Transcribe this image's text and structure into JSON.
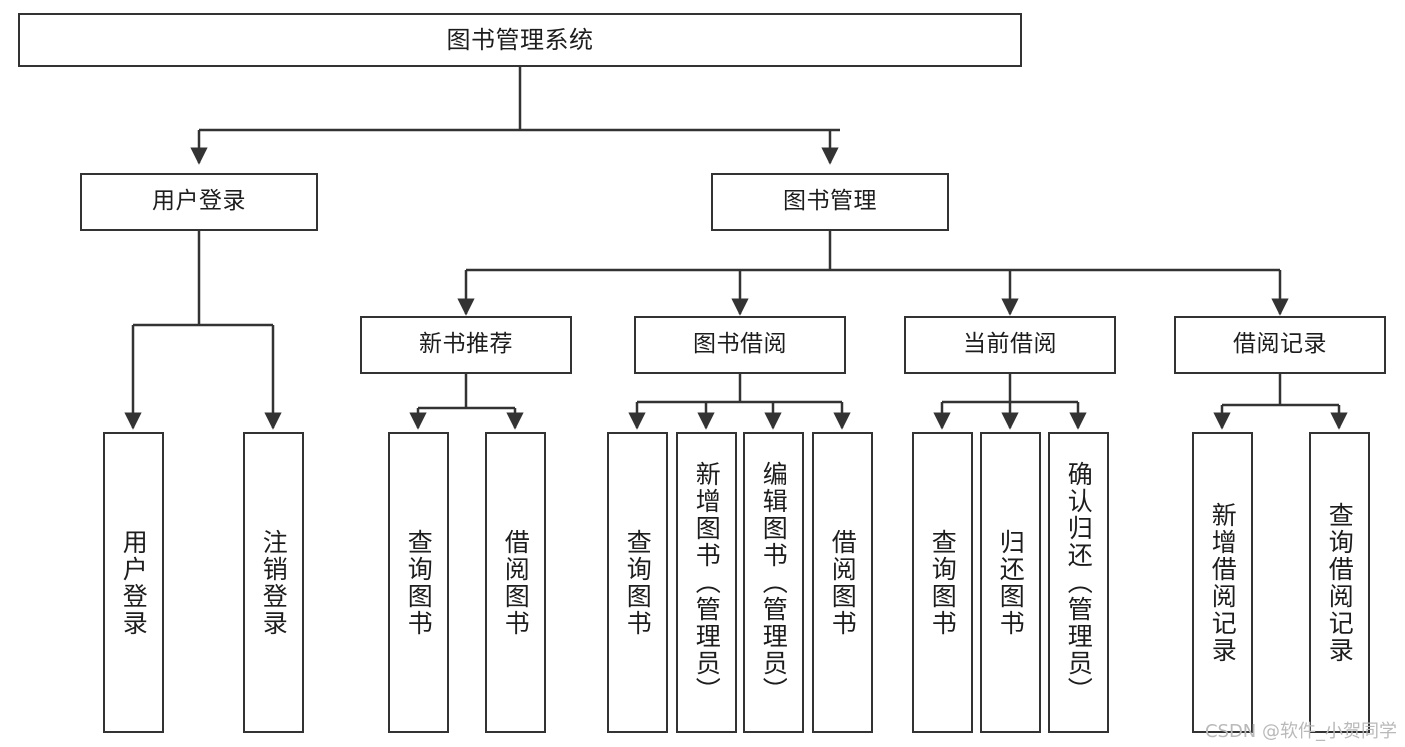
{
  "diagram": {
    "type": "tree-hierarchy",
    "title": "图书管理系统",
    "watermark": "CSDN @软件_小贺同学",
    "colors": {
      "stroke": "#333333",
      "background": "#ffffff",
      "text": "#1d1d1d",
      "watermark": "#b9b9b9"
    },
    "nodes": {
      "root": "图书管理系统",
      "level2": {
        "user_login": "用户登录",
        "book_manage": "图书管理"
      },
      "level3": {
        "new_book_rec": "新书推荐",
        "book_borrow": "图书借阅",
        "current_borrow": "当前借阅",
        "borrow_record": "借阅记录"
      },
      "leaves": {
        "user_login_1": "用户登录",
        "user_login_2": "注销登录",
        "new_book_rec_1": "查询图书",
        "new_book_rec_2": "借阅图书",
        "book_borrow_1": "查询图书",
        "book_borrow_2": "新增图书（管理员）",
        "book_borrow_3": "编辑图书（管理员）",
        "book_borrow_4": "借阅图书",
        "current_borrow_1": "查询图书",
        "current_borrow_2": "归还图书",
        "current_borrow_3": "确认归还（管理员）",
        "borrow_record_1": "新增借阅记录",
        "borrow_record_2": "查询借阅记录"
      }
    }
  }
}
